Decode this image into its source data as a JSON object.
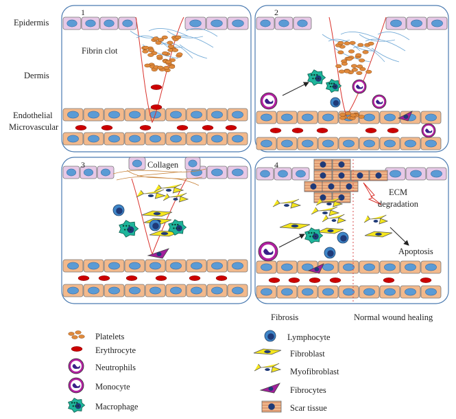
{
  "layers": {
    "epidermis": "Epidermis",
    "dermis": "Dermis",
    "endothelial": "Endothelial",
    "microvascular": "Microvascular"
  },
  "panels": {
    "p1": {
      "number": "1",
      "label": "Fibrin clot"
    },
    "p2": {
      "number": "2"
    },
    "p3": {
      "number": "3",
      "label": "Collagen"
    },
    "p4": {
      "number": "4",
      "ecm_line1": "ECM",
      "ecm_line2": "degradation",
      "apoptosis": "Apoptosis",
      "fibrosis": "Fibrosis",
      "normal": "Normal wound healing"
    }
  },
  "legend": {
    "platelets": "Platelets",
    "erythrocyte": "Erythrocyte",
    "neutrophils": "Neutrophils",
    "monocyte": "Monocyte",
    "macrophage": "Macrophage",
    "lymphocyte": "Lymphocyte",
    "fibroblast": "Fibroblast",
    "myofibroblast": "Myofibroblast",
    "fibrocytes": "Fibrocytes",
    "scar_tissue": "Scar tissue"
  },
  "colors": {
    "panel_border": "#4a7ab0",
    "epidermis_cell": "#e6c8e6",
    "endothelial_cell": "#f2b98c",
    "nucleus": "#5b9bd5",
    "erythrocyte": "#cc0000",
    "platelet": "#e08a3c",
    "fibrin": "#6fa8d6",
    "neutrophil": "#b0209f",
    "macrophage": "#1fb59b",
    "lymphocyte": "#1f5e9e",
    "fibroblast": "#f5e61e",
    "fibrocyte": "#a31f9c",
    "wound_edge": "#d9302a",
    "collagen": "#c7833a",
    "divider": "#d84a4a"
  }
}
